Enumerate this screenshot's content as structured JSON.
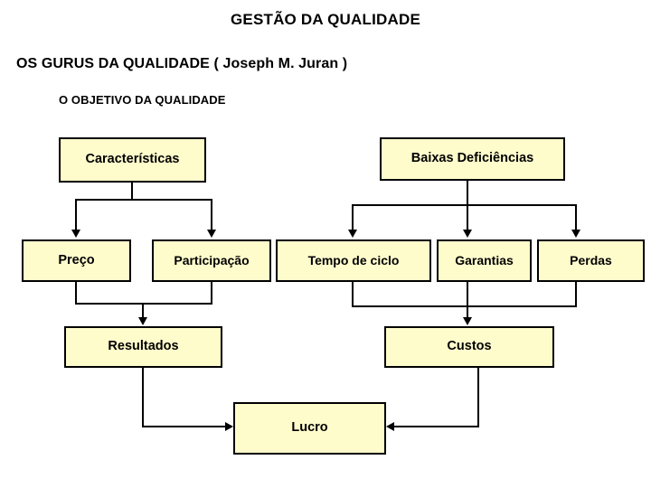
{
  "slide": {
    "title": "GESTÃO DA QUALIDADE",
    "subtitle": "OS GURUS DA QUALIDADE  ( Joseph M. Juran )",
    "section_heading": "O OBJETIVO DA QUALIDADE",
    "background_color": "#ffffff",
    "text_color": "#000000"
  },
  "diagram": {
    "node_fill_color": "#fffccc",
    "node_border_color": "#000000",
    "connector_color": "#000000",
    "nodes": {
      "caracteristicas": "Características",
      "baixas_deficiencias": "Baixas Deficiências",
      "preco": "Preço",
      "participacao": "Participação",
      "tempo_de_ciclo": "Tempo de ciclo",
      "garantias": "Garantias",
      "perdas": "Perdas",
      "resultados": "Resultados",
      "custos": "Custos",
      "lucro": "Lucro"
    }
  }
}
